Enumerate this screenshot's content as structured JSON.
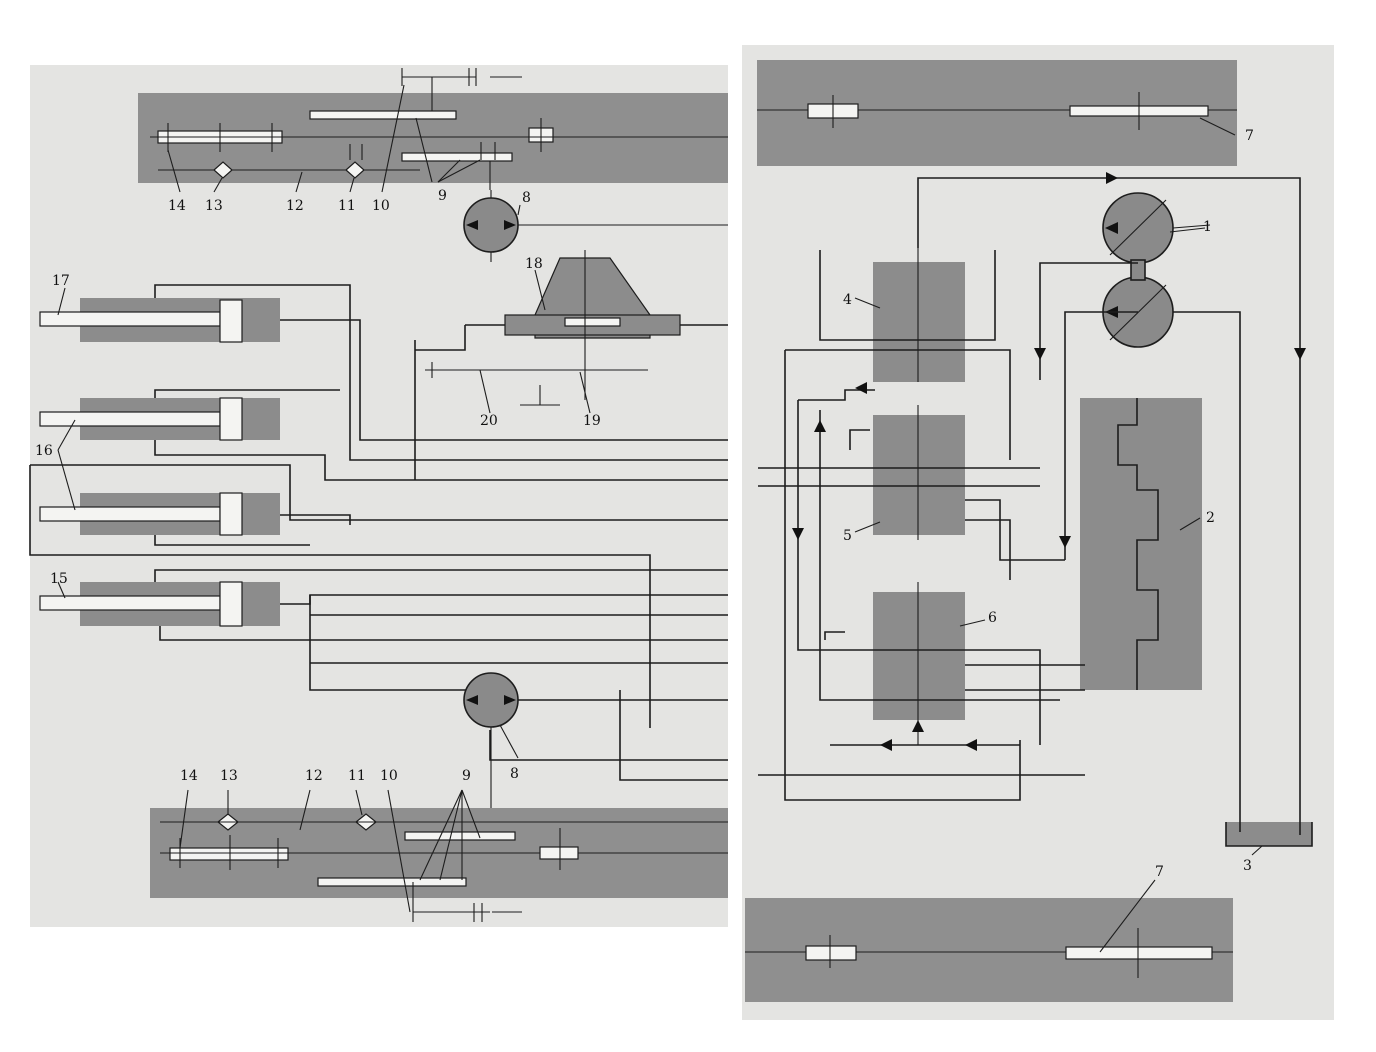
{
  "left_panel": {
    "labels": {
      "rod_guide_top_left": "14",
      "pump_top": "8",
      "nut_top_left": "13",
      "shaft_top": "12",
      "nut_top_right": "11",
      "clutch_top": "10",
      "gear_top": "9",
      "cylinder_top": "17",
      "cylinder_pair": "16",
      "cylinder_single": "15",
      "wheel_holder": "18",
      "base_plate": "20",
      "axle": "19",
      "pump_bottom": "8",
      "rod_guide_bottom_left": "14",
      "nut_bottom_left": "13",
      "shaft_bottom": "12",
      "nut_bottom_right": "11",
      "clutch_bottom": "10",
      "gear_bottom": "9"
    }
  },
  "right_panel": {
    "labels": {
      "pump_main": "1",
      "distributor_large": "2",
      "tank": "3",
      "valve_block_4": "4",
      "valve_block_5": "5",
      "valve_block_6": "6",
      "rod_top": "7",
      "rod_bottom": "7"
    }
  }
}
